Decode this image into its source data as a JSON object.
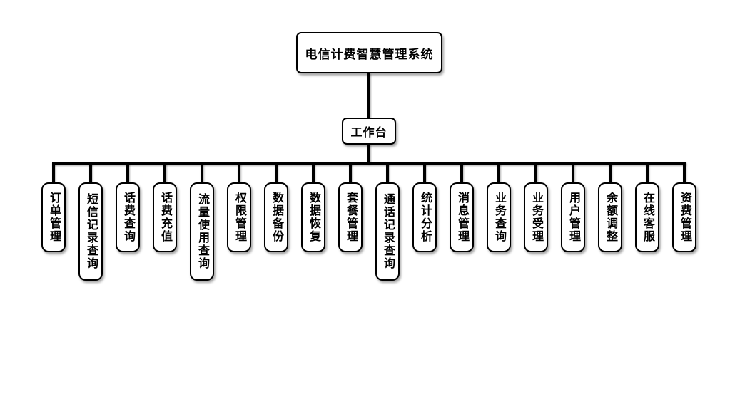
{
  "diagram": {
    "type": "org-chart",
    "root": {
      "label": "电信计费智慧管理系统"
    },
    "workbench": {
      "label": "工作台"
    },
    "children": [
      {
        "label": "订单管理"
      },
      {
        "label": "短信记录查询"
      },
      {
        "label": "话费查询"
      },
      {
        "label": "话费充值"
      },
      {
        "label": "流量使用查询"
      },
      {
        "label": "权限管理"
      },
      {
        "label": "数据备份"
      },
      {
        "label": "数据恢复"
      },
      {
        "label": "套餐管理"
      },
      {
        "label": "通话记录查询"
      },
      {
        "label": "统计分析"
      },
      {
        "label": "消息管理"
      },
      {
        "label": "业务查询"
      },
      {
        "label": "业务受理"
      },
      {
        "label": "用户管理"
      },
      {
        "label": "余额调整"
      },
      {
        "label": "在线客服"
      },
      {
        "label": "资费管理"
      }
    ],
    "colors": {
      "background": "#ffffff",
      "node_fill": "#ffffff",
      "node_border": "#000000",
      "line": "#000000",
      "text": "#000000"
    }
  }
}
